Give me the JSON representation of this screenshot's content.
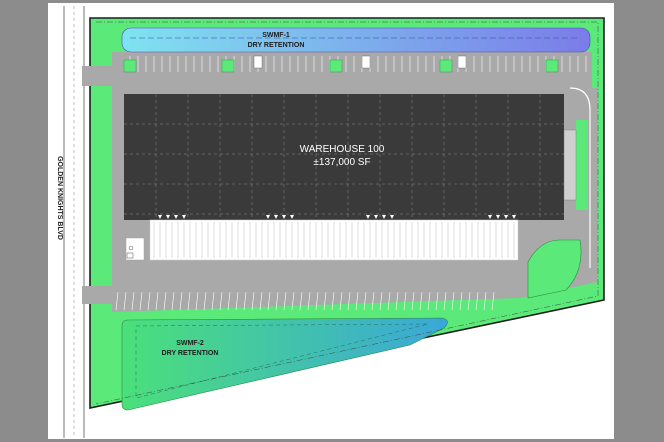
{
  "sheet": {
    "background": "#ffffff",
    "viewer_background": "#8c8c8c"
  },
  "colors": {
    "landscape": "#5bea7a",
    "landscape_stroke": "#2d8a3f",
    "pavement": "#a9a9a9",
    "building": "#3a3a3a",
    "building_grid": "#8a8a8a",
    "truck_court": "#ffffff",
    "retention_north_start": "#7fe3f0",
    "retention_north_end": "#7b7ce8",
    "retention_south_start": "#4be07a",
    "retention_south_end": "#3aa7d9"
  },
  "labels": {
    "road": "GOLDEN KNIGHTS BLVD",
    "swmf1_line1": "SWMF-1",
    "swmf1_line2": "DRY RETENTION",
    "building_line1": "WAREHOUSE 100",
    "building_line2": "±137,000 SF",
    "swmf2_line1": "SWMF-2",
    "swmf2_line2": "DRY RETENTION"
  }
}
